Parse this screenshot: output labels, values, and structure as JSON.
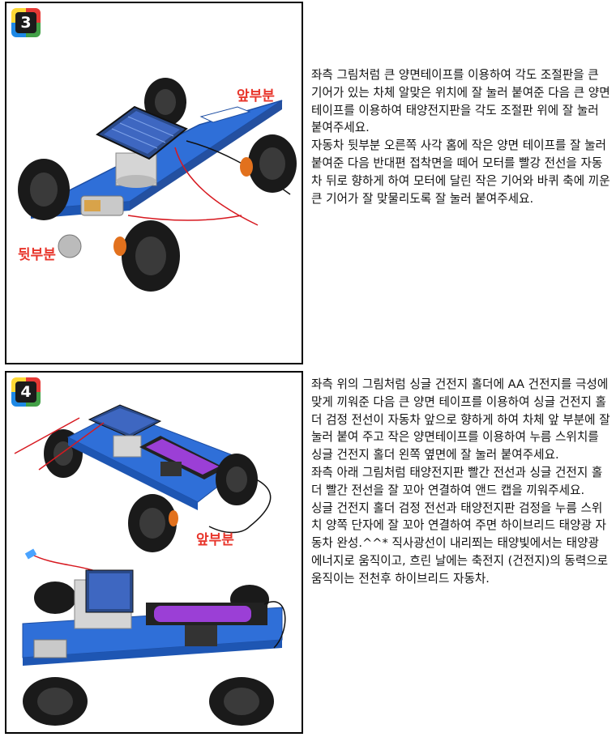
{
  "step3": {
    "number": "3",
    "label_front": "앞부분",
    "label_rear": "뒷부분",
    "paragraphs": [
      "좌측 그림처럼 큰 양면테이프를 이용하여 각도 조절판을 큰 기어가 있는 차체 알맞은 위치에 잘 눌러 붙여준 다음 큰 양면테이프를 이용하여 태양전지판을 각도 조절판 위에 잘 눌러 붙여주세요.",
      "자동차 뒷부분 오른쪽 사각 홈에 작은 양면 테이프를 잘 눌러 붙여준 다음 반대편 접착면을 떼어 모터를 빨강 전선을 자동차 뒤로 향하게 하여 모터에 달린 작은 기어와 바퀴 축에 끼운 큰 기어가 잘 맞물리도록 잘 눌러 붙여주세요."
    ]
  },
  "step4": {
    "number": "4",
    "label_front": "앞부분",
    "paragraphs": [
      "좌측 위의 그림처럼 싱글 건전지 홀더에 AA 건전지를 극성에 맞게 끼워준 다음 큰 양면 테이프를 이용하여 싱글 건전지 홀더 검정 전선이 자동차 앞으로 향하게 하여 차체 앞 부분에 잘 눌러 붙여 주고 작은 양면테이프를 이용하여 누름 스위치를 싱글 건전지 홀더 왼쪽 옆면에 잘 눌러 붙여주세요.",
      "좌측 아래 그림처럼 태양전지판 빨간 전선과 싱글 건전지 홀더 빨간 전선을 잘 꼬아 연결하여 앤드 캡을 끼워주세요.",
      "싱글 건전지 홀더 검정 전선과 태양전지판 검정을 누름 스위치 양쪽 단자에 잘 꼬아 연결하여 주면 하이브리드 태양광 자동차 완성.^^* 직사광선이 내리쬐는 태양빛에서는 태양광 에너지로 움직이고, 흐린 날에는 축전지 (건전지)의 동력으로 움직이는 전천후 하이브리드 자동차."
    ]
  },
  "colors": {
    "chassis": "#2f6fd8",
    "label_red": "#e8352b",
    "battery": "#9b3fd6",
    "tire": "#1a1a1a",
    "axle_orange": "#e2711d"
  }
}
